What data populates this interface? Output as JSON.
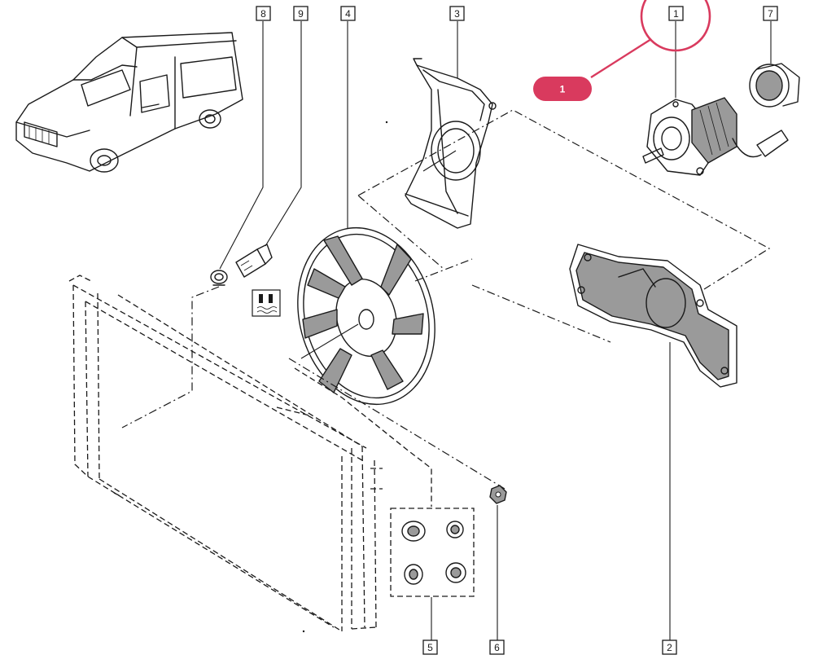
{
  "callouts": [
    {
      "id": "c8",
      "label": "8"
    },
    {
      "id": "c9",
      "label": "9"
    },
    {
      "id": "c4",
      "label": "4"
    },
    {
      "id": "c3",
      "label": "3"
    },
    {
      "id": "c1",
      "label": "1"
    },
    {
      "id": "c7",
      "label": "7"
    },
    {
      "id": "c5",
      "label": "5"
    },
    {
      "id": "c6",
      "label": "6"
    },
    {
      "id": "c2",
      "label": "2"
    }
  ],
  "highlight": {
    "label": "1",
    "color": "#d93a5e"
  },
  "colors": {
    "ink": "#1a1a1a",
    "shade": "#9a9a9a",
    "background": "#ffffff"
  }
}
